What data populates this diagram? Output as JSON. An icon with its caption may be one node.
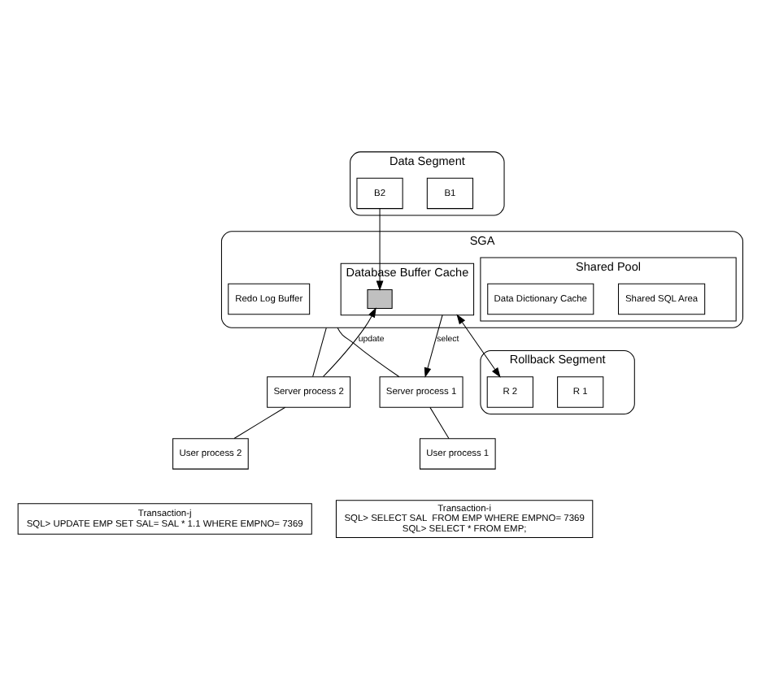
{
  "diagram": {
    "nodes": [
      {
        "text": [
          "SGA"
        ]
      },
      {
        "text": [
          "Shared Pool"
        ],
        "in": 0
      },
      {
        "text": [
          "Shared SQL Area"
        ],
        "in": 1
      },
      {
        "text": [
          "Data Dictionary Cache"
        ],
        "in": 1
      },
      {
        "text": [
          "Database Buffer Cache"
        ],
        "in": 0
      },
      {
        "text": [],
        "shape": "box",
        "in": 4
      },
      {
        "text": [
          "Redo Log Buffer"
        ],
        "in": 0
      },
      {
        "text": [
          "Server process 1"
        ]
      },
      {
        "text": [
          "User process 1"
        ]
      },
      {
        "text": [
          "Data Segment"
        ]
      },
      {
        "text": [
          "B1"
        ],
        "in": 9
      },
      {
        "text": [
          "B2"
        ],
        "in": 9
      },
      {
        "text": [
          "Rollback Segment"
        ]
      },
      {
        "text": [
          "R 1"
        ],
        "in": 12
      },
      {
        "text": [
          "R 2"
        ],
        "in": 12
      },
      {
        "text": [
          "Server process 2"
        ]
      },
      {
        "text": [
          "User process 2"
        ]
      },
      {
        "text": [
          "Transaction-i",
          "SQL> SELECT SAL  FROM EMP WHERE EMPNO= 7369",
          "SQL> SELECT * FROM EMP;"
        ]
      },
      {
        "text": [
          "Transaction-j",
          "SQL> UPDATE EMP SET SAL= SAL * 1.1 WHERE EMPNO= 7369"
        ]
      }
    ],
    "edges": [
      {
        "from": 0,
        "to": 7,
        "arrow": "none"
      },
      {
        "from": 7,
        "to": 8,
        "arrow": "none"
      },
      {
        "from": 0,
        "to": 15,
        "arrow": "none"
      },
      {
        "from": 15,
        "to": 16,
        "arrow": "none"
      },
      {
        "from": 4,
        "to": 7,
        "arrow": "to",
        "label": "select"
      },
      {
        "from": 11,
        "to": 5,
        "arrow": "to"
      },
      {
        "from": 15,
        "to": 5,
        "arrow": "to",
        "label": "update"
      },
      {
        "from": 4,
        "to": 14,
        "arrow": "both"
      }
    ]
  }
}
